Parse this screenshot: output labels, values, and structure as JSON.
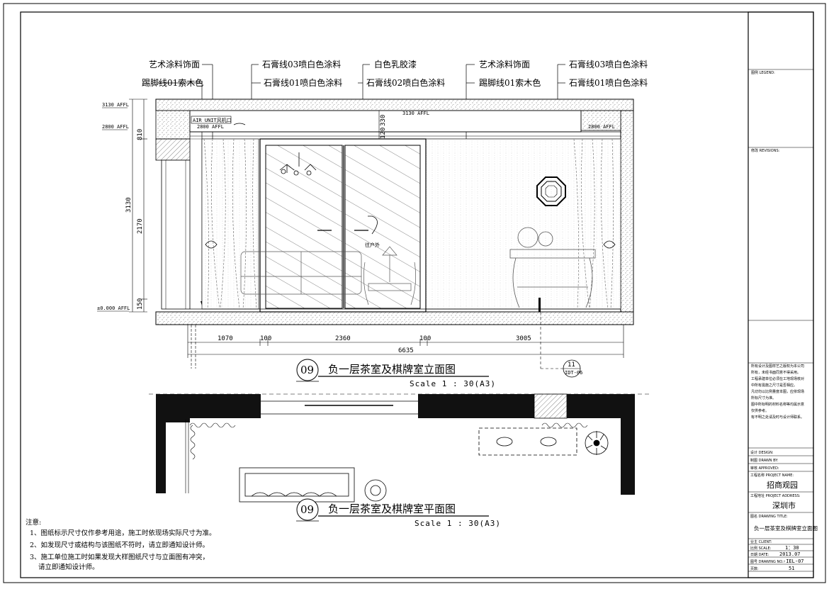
{
  "elevation": {
    "callouts_top_row": [
      "艺术涂料饰面",
      "石膏线03喷白色涂料",
      "白色乳胶漆",
      "艺术涂料饰面",
      "石膏线03喷白色涂料"
    ],
    "callouts_second_row": [
      "踢脚线01索木色",
      "石膏线01喷白色涂料",
      "石膏线02喷白色涂料",
      "踢脚线01索木色",
      "石膏线01喷白色涂料"
    ],
    "level_tags": [
      "3130 AFFL",
      "2800 AFFL",
      "±0.000 AFFL",
      "3130 AFFL",
      "2800 AFFL",
      "2800 AFFL"
    ],
    "vertical_dims": [
      "3130",
      "810",
      "2170",
      "150",
      "330",
      "120"
    ],
    "horizontal_dims": [
      "1070",
      "100",
      "2360",
      "100",
      "3005"
    ],
    "overall_width": "6635",
    "ac_label": "AIR UNIT风机口",
    "entry_label": "往户外",
    "section_no": "11",
    "section_ref": "IDT-06",
    "view_no": "09",
    "title": "负一层茶室及棋牌室立面图",
    "scale": "Scale 1 : 30(A3)"
  },
  "plan": {
    "view_no": "09",
    "title": "负一层茶室及棋牌室平面图",
    "scale": "Scale 1 : 30(A3)"
  },
  "notes": {
    "heading": "注意:",
    "items": [
      "1、图纸标示尺寸仅作参考用途，施工时依现场实际尺寸为准。",
      "2、如发现尺寸或结构与该图纸不符时，请立即通知设计师。",
      "3、施工单位施工时如果发现大样图纸尺寸与立面图有冲突，",
      "请立即通知设计师。"
    ]
  },
  "title_block": {
    "legend_label": "图例 LEGEND:",
    "revision_label": "修改 REVISIONS:",
    "disclaimer": [
      "所有设计及图样艺之版权为本公司",
      "所有，未经书面同意不得采用。",
      "工程承建单位必须在工地现场核对",
      "中所有需施之尺寸是否相应。",
      "凡切勿以比例量度本图，应依现场",
      "所标尺寸为准。",
      "图中所标明的材料名称等均属示意",
      "仅供参考。",
      "有不明之处请及时与设计师联系。"
    ],
    "design_label": "设计 DESIGN:",
    "drawn_label": "制图 DRAWN BY:",
    "check_label": "审核 APPROVED:",
    "project_label": "工程名称 PROJECT NAME:",
    "project_name": "招商观园",
    "address_label": "工程地址 PROJECT ADDRESS:",
    "address": "深圳市",
    "drawing_title_label": "图名 DRAWING TITLE:",
    "drawing_title": "负一层茶室及棋牌室立面图",
    "client_label": "业主 CLIENT:",
    "scale_label": "比例 SCALE:",
    "scale_value": "1：30",
    "date_label": "日期 DATE:",
    "date_value": "2013.07",
    "drawing_no_label": "图号 DRAWING NO.:",
    "drawing_no": "-IEL-07",
    "page_label": "页数:",
    "page_no": "51"
  }
}
